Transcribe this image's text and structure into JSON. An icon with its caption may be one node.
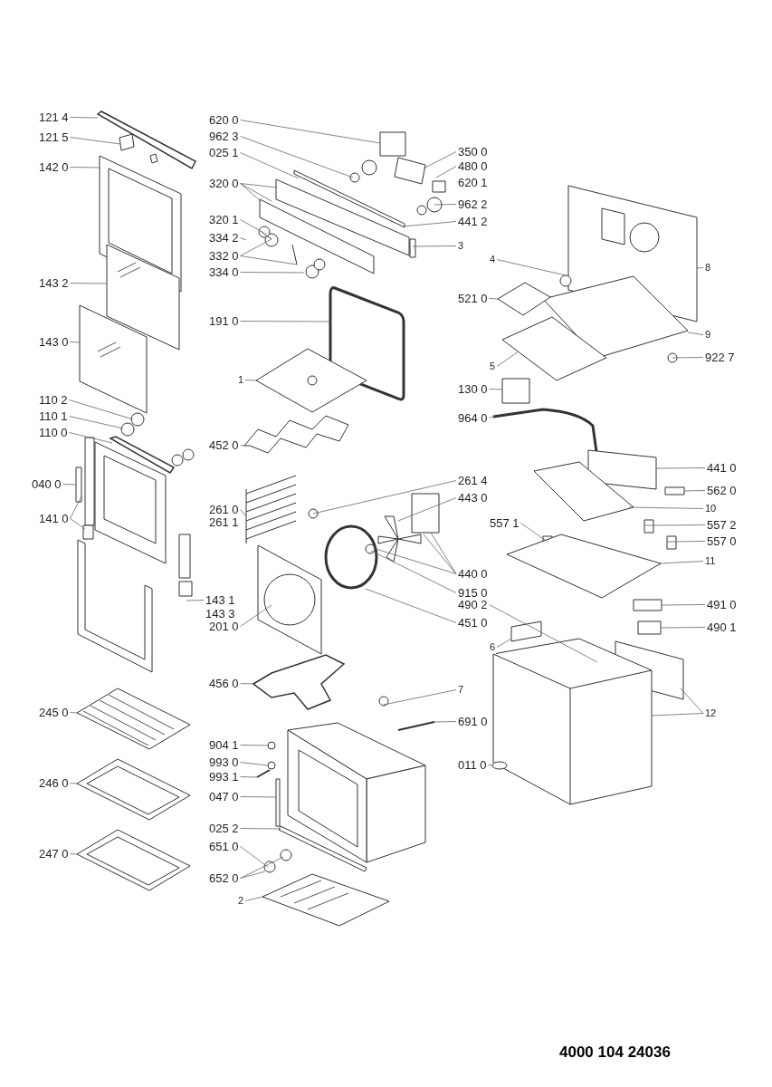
{
  "diagram": {
    "nodes": [
      {
        "text": [
          "121 4"
        ]
      },
      {
        "text": [
          "121 5"
        ]
      },
      {
        "text": [
          "142 0"
        ]
      },
      {
        "text": [
          "143 2"
        ]
      },
      {
        "text": [
          "143 0"
        ]
      },
      {
        "text": [
          "110 2"
        ]
      },
      {
        "text": [
          "110 1"
        ]
      },
      {
        "text": [
          "110 0"
        ]
      },
      {
        "text": [
          "040 0"
        ]
      },
      {
        "text": [
          "141 0"
        ]
      },
      {
        "text": [
          "245 0"
        ]
      },
      {
        "text": [
          "246 0"
        ]
      },
      {
        "text": [
          "247 0"
        ]
      },
      {
        "text": [
          "143 1"
        ]
      },
      {
        "text": [
          "143 3"
        ]
      },
      {
        "text": [
          "620 0"
        ]
      },
      {
        "text": [
          "962 3"
        ]
      },
      {
        "text": [
          "025 1"
        ]
      },
      {
        "text": [
          "320 0"
        ]
      },
      {
        "text": [
          "320 1"
        ]
      },
      {
        "text": [
          "334 2"
        ]
      },
      {
        "text": [
          "332 0"
        ]
      },
      {
        "text": [
          "334 0"
        ]
      },
      {
        "text": [
          "191 0"
        ]
      },
      {
        "text": [
          "1"
        ]
      },
      {
        "text": [
          "452 0"
        ]
      },
      {
        "text": [
          "261 0"
        ]
      },
      {
        "text": [
          "261 1"
        ]
      },
      {
        "text": [
          "201 0"
        ]
      },
      {
        "text": [
          "456 0"
        ]
      },
      {
        "text": [
          "904 1"
        ]
      },
      {
        "text": [
          "993 0"
        ]
      },
      {
        "text": [
          "993 1"
        ]
      },
      {
        "text": [
          "047 0"
        ]
      },
      {
        "text": [
          "025 2"
        ]
      },
      {
        "text": [
          "651 0"
        ]
      },
      {
        "text": [
          "652 0"
        ]
      },
      {
        "text": [
          "2"
        ]
      },
      {
        "text": [
          "350 0"
        ]
      },
      {
        "text": [
          "480 0"
        ]
      },
      {
        "text": [
          "620 1"
        ]
      },
      {
        "text": [
          "962 2"
        ]
      },
      {
        "text": [
          "441 2"
        ]
      },
      {
        "text": [
          "3"
        ]
      },
      {
        "text": [
          "261 4"
        ]
      },
      {
        "text": [
          "443 0"
        ]
      },
      {
        "text": [
          "440 0"
        ]
      },
      {
        "text": [
          "915 0"
        ]
      },
      {
        "text": [
          "451 0"
        ]
      },
      {
        "text": [
          "7"
        ]
      },
      {
        "text": [
          "691 0"
        ]
      },
      {
        "text": [
          "4"
        ]
      },
      {
        "text": [
          "521 0"
        ]
      },
      {
        "text": [
          "5"
        ]
      },
      {
        "text": [
          "130 0"
        ]
      },
      {
        "text": [
          "964 0"
        ]
      },
      {
        "text": [
          "557 1"
        ]
      },
      {
        "text": [
          "490 2"
        ]
      },
      {
        "text": [
          "6"
        ]
      },
      {
        "text": [
          "011 0"
        ]
      },
      {
        "text": [
          "8"
        ]
      },
      {
        "text": [
          "9"
        ]
      },
      {
        "text": [
          "922 7"
        ]
      },
      {
        "text": [
          "441 0"
        ]
      },
      {
        "text": [
          "562 0"
        ]
      },
      {
        "text": [
          "10"
        ]
      },
      {
        "text": [
          "557 2"
        ]
      },
      {
        "text": [
          "557 0"
        ]
      },
      {
        "text": [
          "11"
        ]
      },
      {
        "text": [
          "491 0"
        ]
      },
      {
        "text": [
          "490 1"
        ]
      },
      {
        "text": [
          "12"
        ]
      }
    ],
    "edges": [
      {
        "from": 0,
        "to": null,
        "arrow": "none"
      },
      {
        "from": 1,
        "to": null,
        "arrow": "none"
      },
      {
        "from": 2,
        "to": null,
        "arrow": "none"
      },
      {
        "from": 3,
        "to": null,
        "arrow": "none"
      },
      {
        "from": 4,
        "to": null,
        "arrow": "none"
      },
      {
        "from": 5,
        "to": null,
        "arrow": "none"
      },
      {
        "from": 6,
        "to": null,
        "arrow": "none"
      },
      {
        "from": 7,
        "to": null,
        "arrow": "none"
      },
      {
        "from": 8,
        "to": null,
        "arrow": "none"
      },
      {
        "from": 9,
        "to": null,
        "arrow": "none"
      },
      {
        "from": 9,
        "to": null,
        "arrow": "none"
      },
      {
        "from": 10,
        "to": null,
        "arrow": "none"
      },
      {
        "from": 11,
        "to": null,
        "arrow": "none"
      },
      {
        "from": 12,
        "to": null,
        "arrow": "none"
      },
      {
        "from": 13,
        "to": null,
        "arrow": "none"
      },
      {
        "from": 15,
        "to": null,
        "arrow": "none"
      },
      {
        "from": 16,
        "to": null,
        "arrow": "none"
      },
      {
        "from": 17,
        "to": null,
        "arrow": "none"
      },
      {
        "from": 18,
        "to": null,
        "arrow": "none"
      },
      {
        "from": 18,
        "to": null,
        "arrow": "none"
      },
      {
        "from": 18,
        "to": null,
        "arrow": "none"
      },
      {
        "from": 19,
        "to": null,
        "arrow": "none"
      },
      {
        "from": 20,
        "to": null,
        "arrow": "none"
      },
      {
        "from": 21,
        "to": null,
        "arrow": "none"
      },
      {
        "from": 21,
        "to": null,
        "arrow": "none"
      },
      {
        "from": 22,
        "to": null,
        "arrow": "none"
      },
      {
        "from": 23,
        "to": null,
        "arrow": "none"
      },
      {
        "from": 24,
        "to": null,
        "arrow": "none"
      },
      {
        "from": 25,
        "to": null,
        "arrow": "none"
      },
      {
        "from": 26,
        "to": null,
        "arrow": "none"
      },
      {
        "from": 28,
        "to": null,
        "arrow": "none"
      },
      {
        "from": 29,
        "to": null,
        "arrow": "none"
      },
      {
        "from": 30,
        "to": null,
        "arrow": "none"
      },
      {
        "from": 31,
        "to": null,
        "arrow": "none"
      },
      {
        "from": 32,
        "to": null,
        "arrow": "none"
      },
      {
        "from": 33,
        "to": null,
        "arrow": "none"
      },
      {
        "from": 34,
        "to": null,
        "arrow": "none"
      },
      {
        "from": 35,
        "to": null,
        "arrow": "none"
      },
      {
        "from": 36,
        "to": null,
        "arrow": "none"
      },
      {
        "from": 36,
        "to": null,
        "arrow": "none"
      },
      {
        "from": 37,
        "to": null,
        "arrow": "none"
      },
      {
        "from": 38,
        "to": null,
        "arrow": "none"
      },
      {
        "from": 39,
        "to": null,
        "arrow": "none"
      },
      {
        "from": 41,
        "to": null,
        "arrow": "none"
      },
      {
        "from": 42,
        "to": null,
        "arrow": "none"
      },
      {
        "from": 43,
        "to": null,
        "arrow": "none"
      },
      {
        "from": 44,
        "to": null,
        "arrow": "none"
      },
      {
        "from": 45,
        "to": null,
        "arrow": "none"
      },
      {
        "from": 46,
        "to": null,
        "arrow": "none"
      },
      {
        "from": 46,
        "to": null,
        "arrow": "none"
      },
      {
        "from": 46,
        "to": null,
        "arrow": "none"
      },
      {
        "from": 47,
        "to": null,
        "arrow": "none"
      },
      {
        "from": 48,
        "to": null,
        "arrow": "none"
      },
      {
        "from": 49,
        "to": null,
        "arrow": "none"
      },
      {
        "from": 50,
        "to": null,
        "arrow": "none"
      },
      {
        "from": 51,
        "to": null,
        "arrow": "none"
      },
      {
        "from": 52,
        "to": null,
        "arrow": "none"
      },
      {
        "from": 53,
        "to": null,
        "arrow": "none"
      },
      {
        "from": 54,
        "to": null,
        "arrow": "none"
      },
      {
        "from": 55,
        "to": null,
        "arrow": "none"
      },
      {
        "from": 56,
        "to": null,
        "arrow": "none"
      },
      {
        "from": 57,
        "to": null,
        "arrow": "none"
      },
      {
        "from": 58,
        "to": null,
        "arrow": "none"
      },
      {
        "from": 59,
        "to": null,
        "arrow": "none"
      },
      {
        "from": 60,
        "to": null,
        "arrow": "none"
      },
      {
        "from": 61,
        "to": null,
        "arrow": "none"
      },
      {
        "from": 62,
        "to": null,
        "arrow": "none"
      },
      {
        "from": 63,
        "to": null,
        "arrow": "none"
      },
      {
        "from": 64,
        "to": null,
        "arrow": "none"
      },
      {
        "from": 65,
        "to": null,
        "arrow": "none"
      },
      {
        "from": 66,
        "to": null,
        "arrow": "none"
      },
      {
        "from": 67,
        "to": null,
        "arrow": "none"
      },
      {
        "from": 68,
        "to": null,
        "arrow": "none"
      },
      {
        "from": 69,
        "to": null,
        "arrow": "none"
      },
      {
        "from": 70,
        "to": null,
        "arrow": "none"
      },
      {
        "from": 71,
        "to": null,
        "arrow": "none"
      },
      {
        "from": 71,
        "to": null,
        "arrow": "none"
      }
    ],
    "labels": [
      "4000 104 24036"
    ]
  }
}
